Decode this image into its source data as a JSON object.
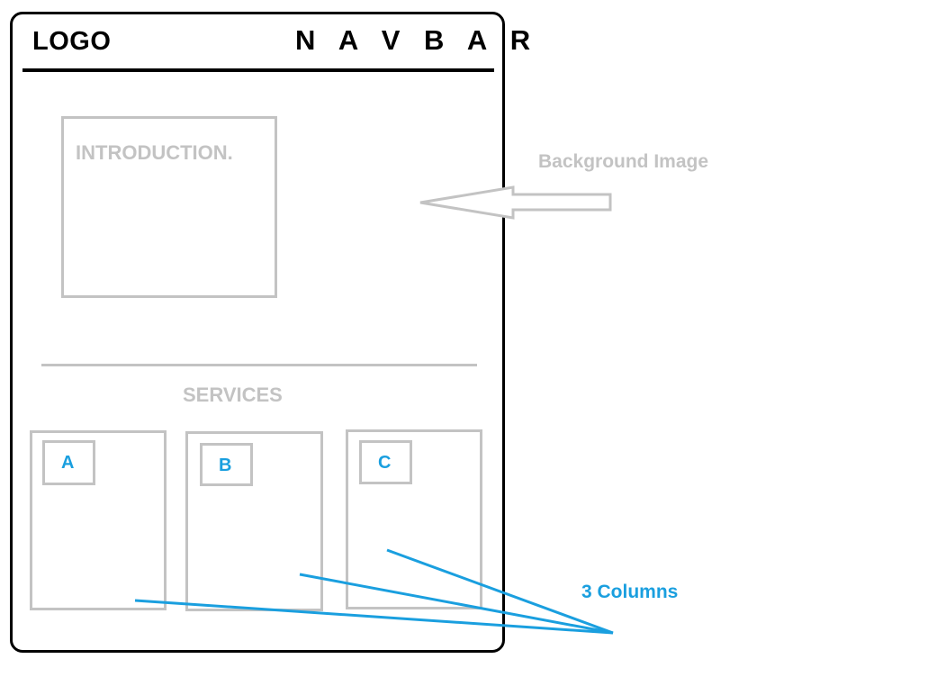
{
  "wireframe": {
    "logo": "LOGO",
    "navbar": "N A V B A R",
    "introduction": "INTRODUCTION.",
    "services_heading": "SERVICES",
    "columns": [
      {
        "label": "A"
      },
      {
        "label": "B"
      },
      {
        "label": "C"
      }
    ]
  },
  "annotations": {
    "background_image": "Background Image",
    "three_columns": "3 Columns"
  },
  "colors": {
    "outline": "#000000",
    "placeholder_gray": "#c3c3c3",
    "annotation_blue": "#1a9fdf"
  }
}
